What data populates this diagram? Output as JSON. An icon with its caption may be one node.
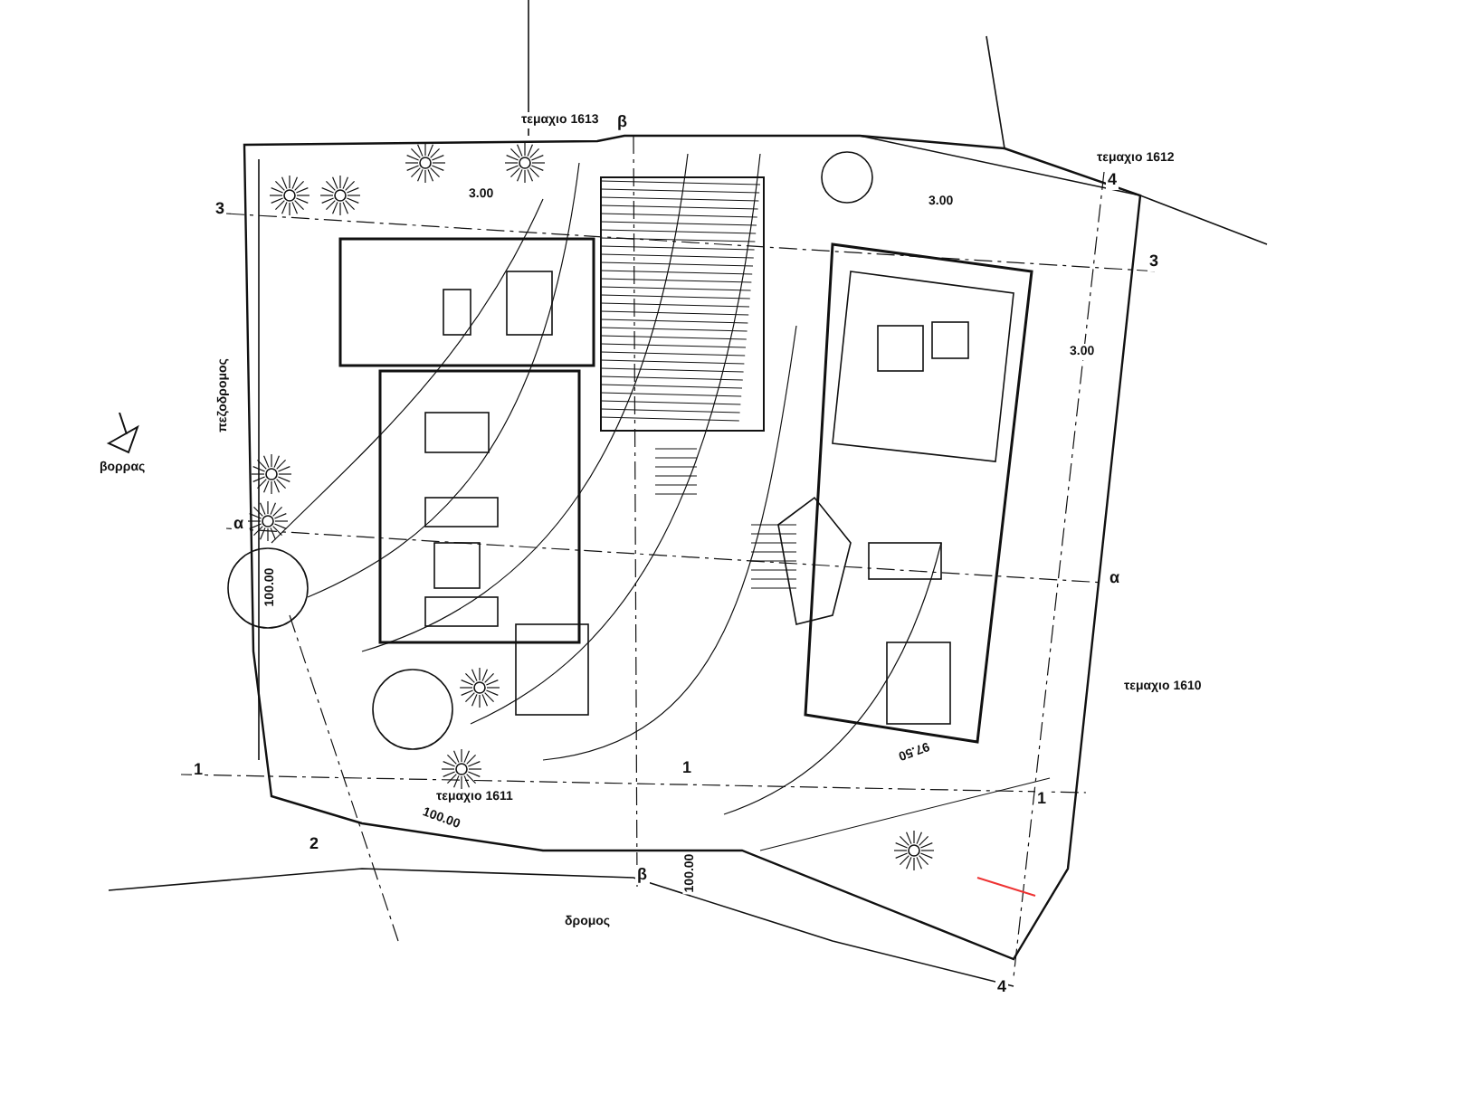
{
  "diagram": {
    "labels": [
      "β",
      "τεμαχιο 1613",
      "τεμαχιο 1612",
      "4",
      "3.00",
      "3",
      "3.00",
      "3",
      "3.00",
      "πεζοδρομος",
      "βορρας",
      "α",
      "α",
      "100.00",
      "τεμαχιο 1610",
      "97.50",
      "1",
      "1",
      "1",
      "τεμαχιο 1611",
      "100.00",
      "2",
      "100.00",
      "β",
      "δρομος",
      "4"
    ]
  }
}
